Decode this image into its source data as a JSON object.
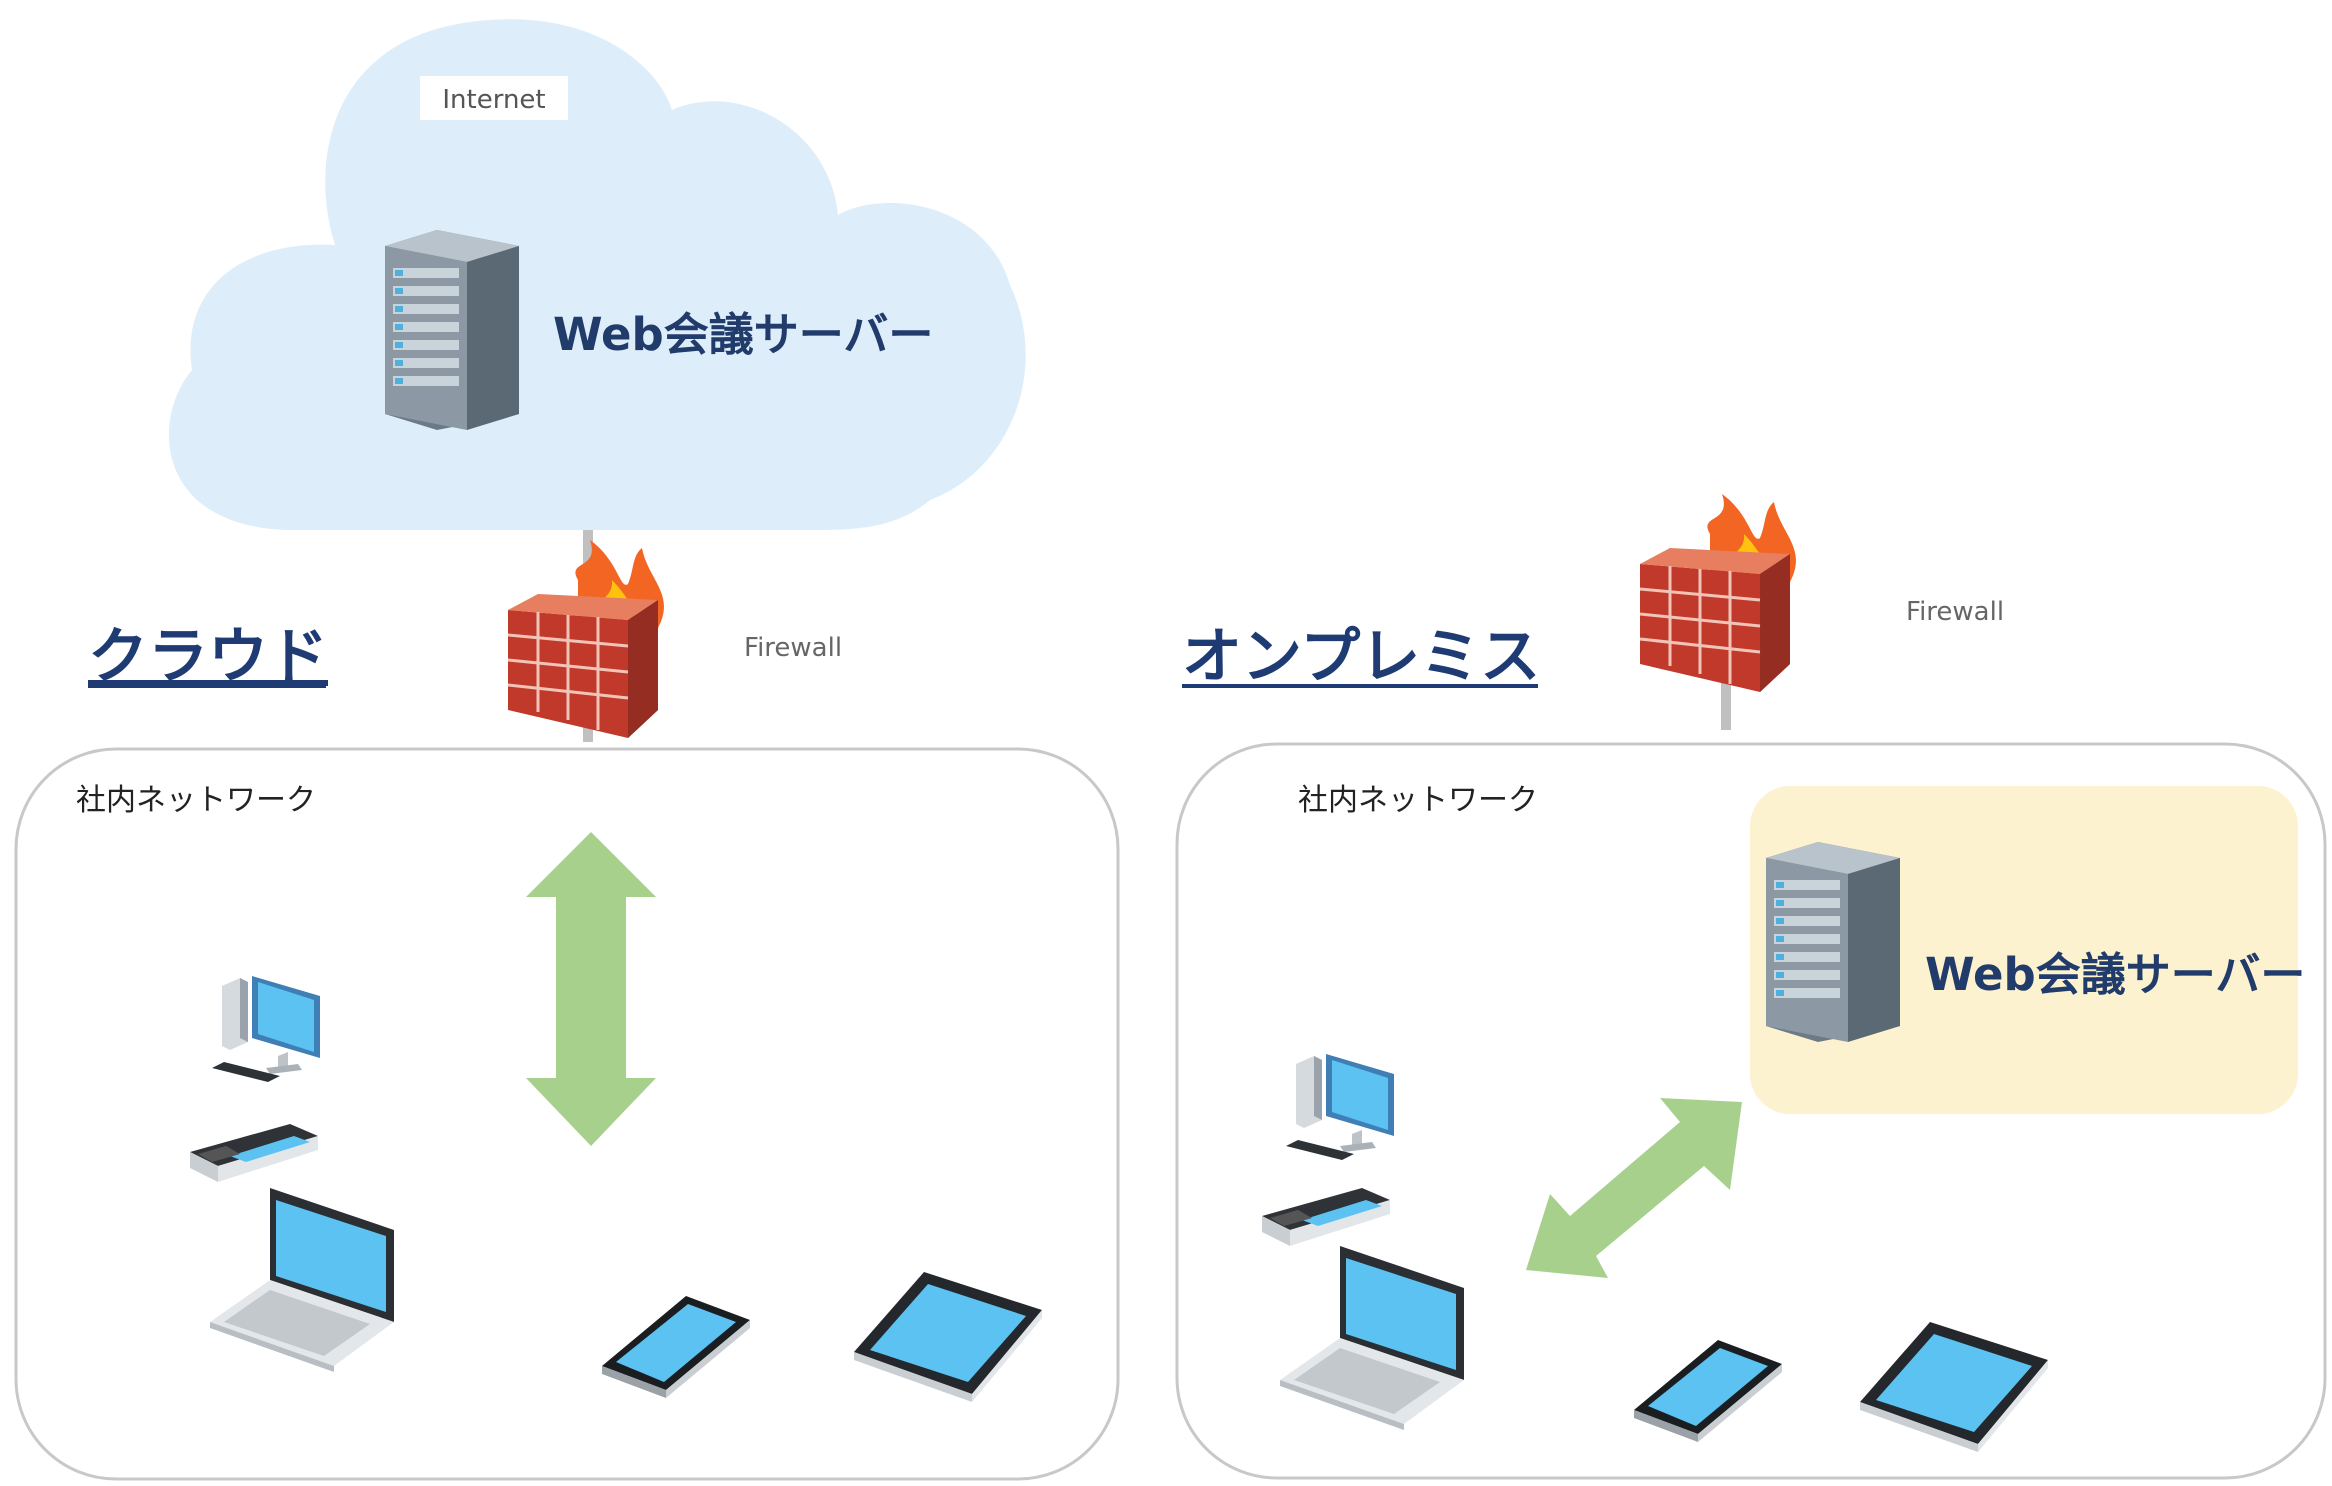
{
  "cloud": {
    "label": "Internet",
    "server_label": "Web会議サーバー"
  },
  "cloud_section": {
    "title": "クラウド",
    "firewall_label": "Firewall",
    "network_label": "社内ネットワーク"
  },
  "onprem_section": {
    "title": "オンプレミス",
    "firewall_label": "Firewall",
    "network_label": "社内ネットワーク",
    "server_label": "Web会議サーバー"
  },
  "colors": {
    "cloud_fill": "#ddeefa",
    "title_text": "#1f3b73",
    "server_label_text": "#213b6a",
    "arrow_green": "#a8d08d",
    "onprem_server_bg": "#fdf2cf",
    "network_border": "#bfbfbf",
    "device_screen": "#5bc2f2"
  },
  "icons": [
    "server-icon",
    "firewall-icon",
    "desktop-pc-icon",
    "feature-phone-icon",
    "laptop-icon",
    "smartphone-icon",
    "tablet-icon"
  ]
}
